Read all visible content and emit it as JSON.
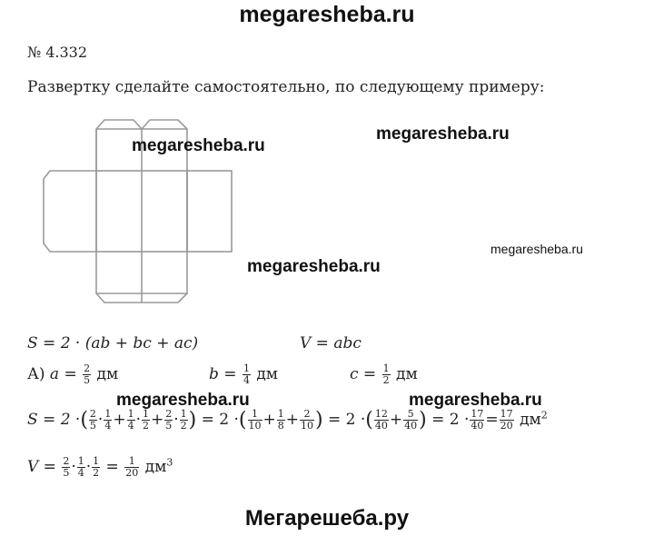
{
  "site_title": "megaresheba.ru",
  "footer_title": "Мегарешеба.ру",
  "watermark": "megaresheba.ru",
  "problem_number": "№ 4.332",
  "intro_text": "Развертку сделайте самостоятельно, по следующему примеру:",
  "formulas": {
    "surface": "S = 2 · (ab + bc + ac)",
    "volume": "V = abc"
  },
  "given": {
    "label": "А)",
    "a_lhs": "a =",
    "a_num": "2",
    "a_den": "5",
    "b_lhs": "b =",
    "b_num": "1",
    "b_den": "4",
    "c_lhs": "c =",
    "c_num": "1",
    "c_den": "2",
    "unit": "дм"
  },
  "surface_calc": {
    "lhs": "S = 2 ·",
    "f1": [
      "2",
      "5"
    ],
    "f2": [
      "1",
      "4"
    ],
    "f3": [
      "1",
      "4"
    ],
    "f4": [
      "1",
      "2"
    ],
    "f5": [
      "2",
      "5"
    ],
    "f6": [
      "1",
      "2"
    ],
    "eq2": "= 2 ·",
    "g1": [
      "1",
      "10"
    ],
    "g2": [
      "1",
      "8"
    ],
    "g3": [
      "2",
      "10"
    ],
    "eq3": "= 2 ·",
    "h1": [
      "12",
      "40"
    ],
    "h2": [
      "5",
      "40"
    ],
    "eq4": "= 2 ·",
    "k1": [
      "17",
      "40"
    ],
    "k2": [
      "17",
      "20"
    ],
    "unit": "дм",
    "unit_power": "2"
  },
  "volume_calc": {
    "lhs": "V =",
    "f1": [
      "2",
      "5"
    ],
    "f2": [
      "1",
      "4"
    ],
    "f3": [
      "1",
      "2"
    ],
    "res": [
      "1",
      "20"
    ],
    "unit": "дм",
    "unit_power": "3"
  }
}
